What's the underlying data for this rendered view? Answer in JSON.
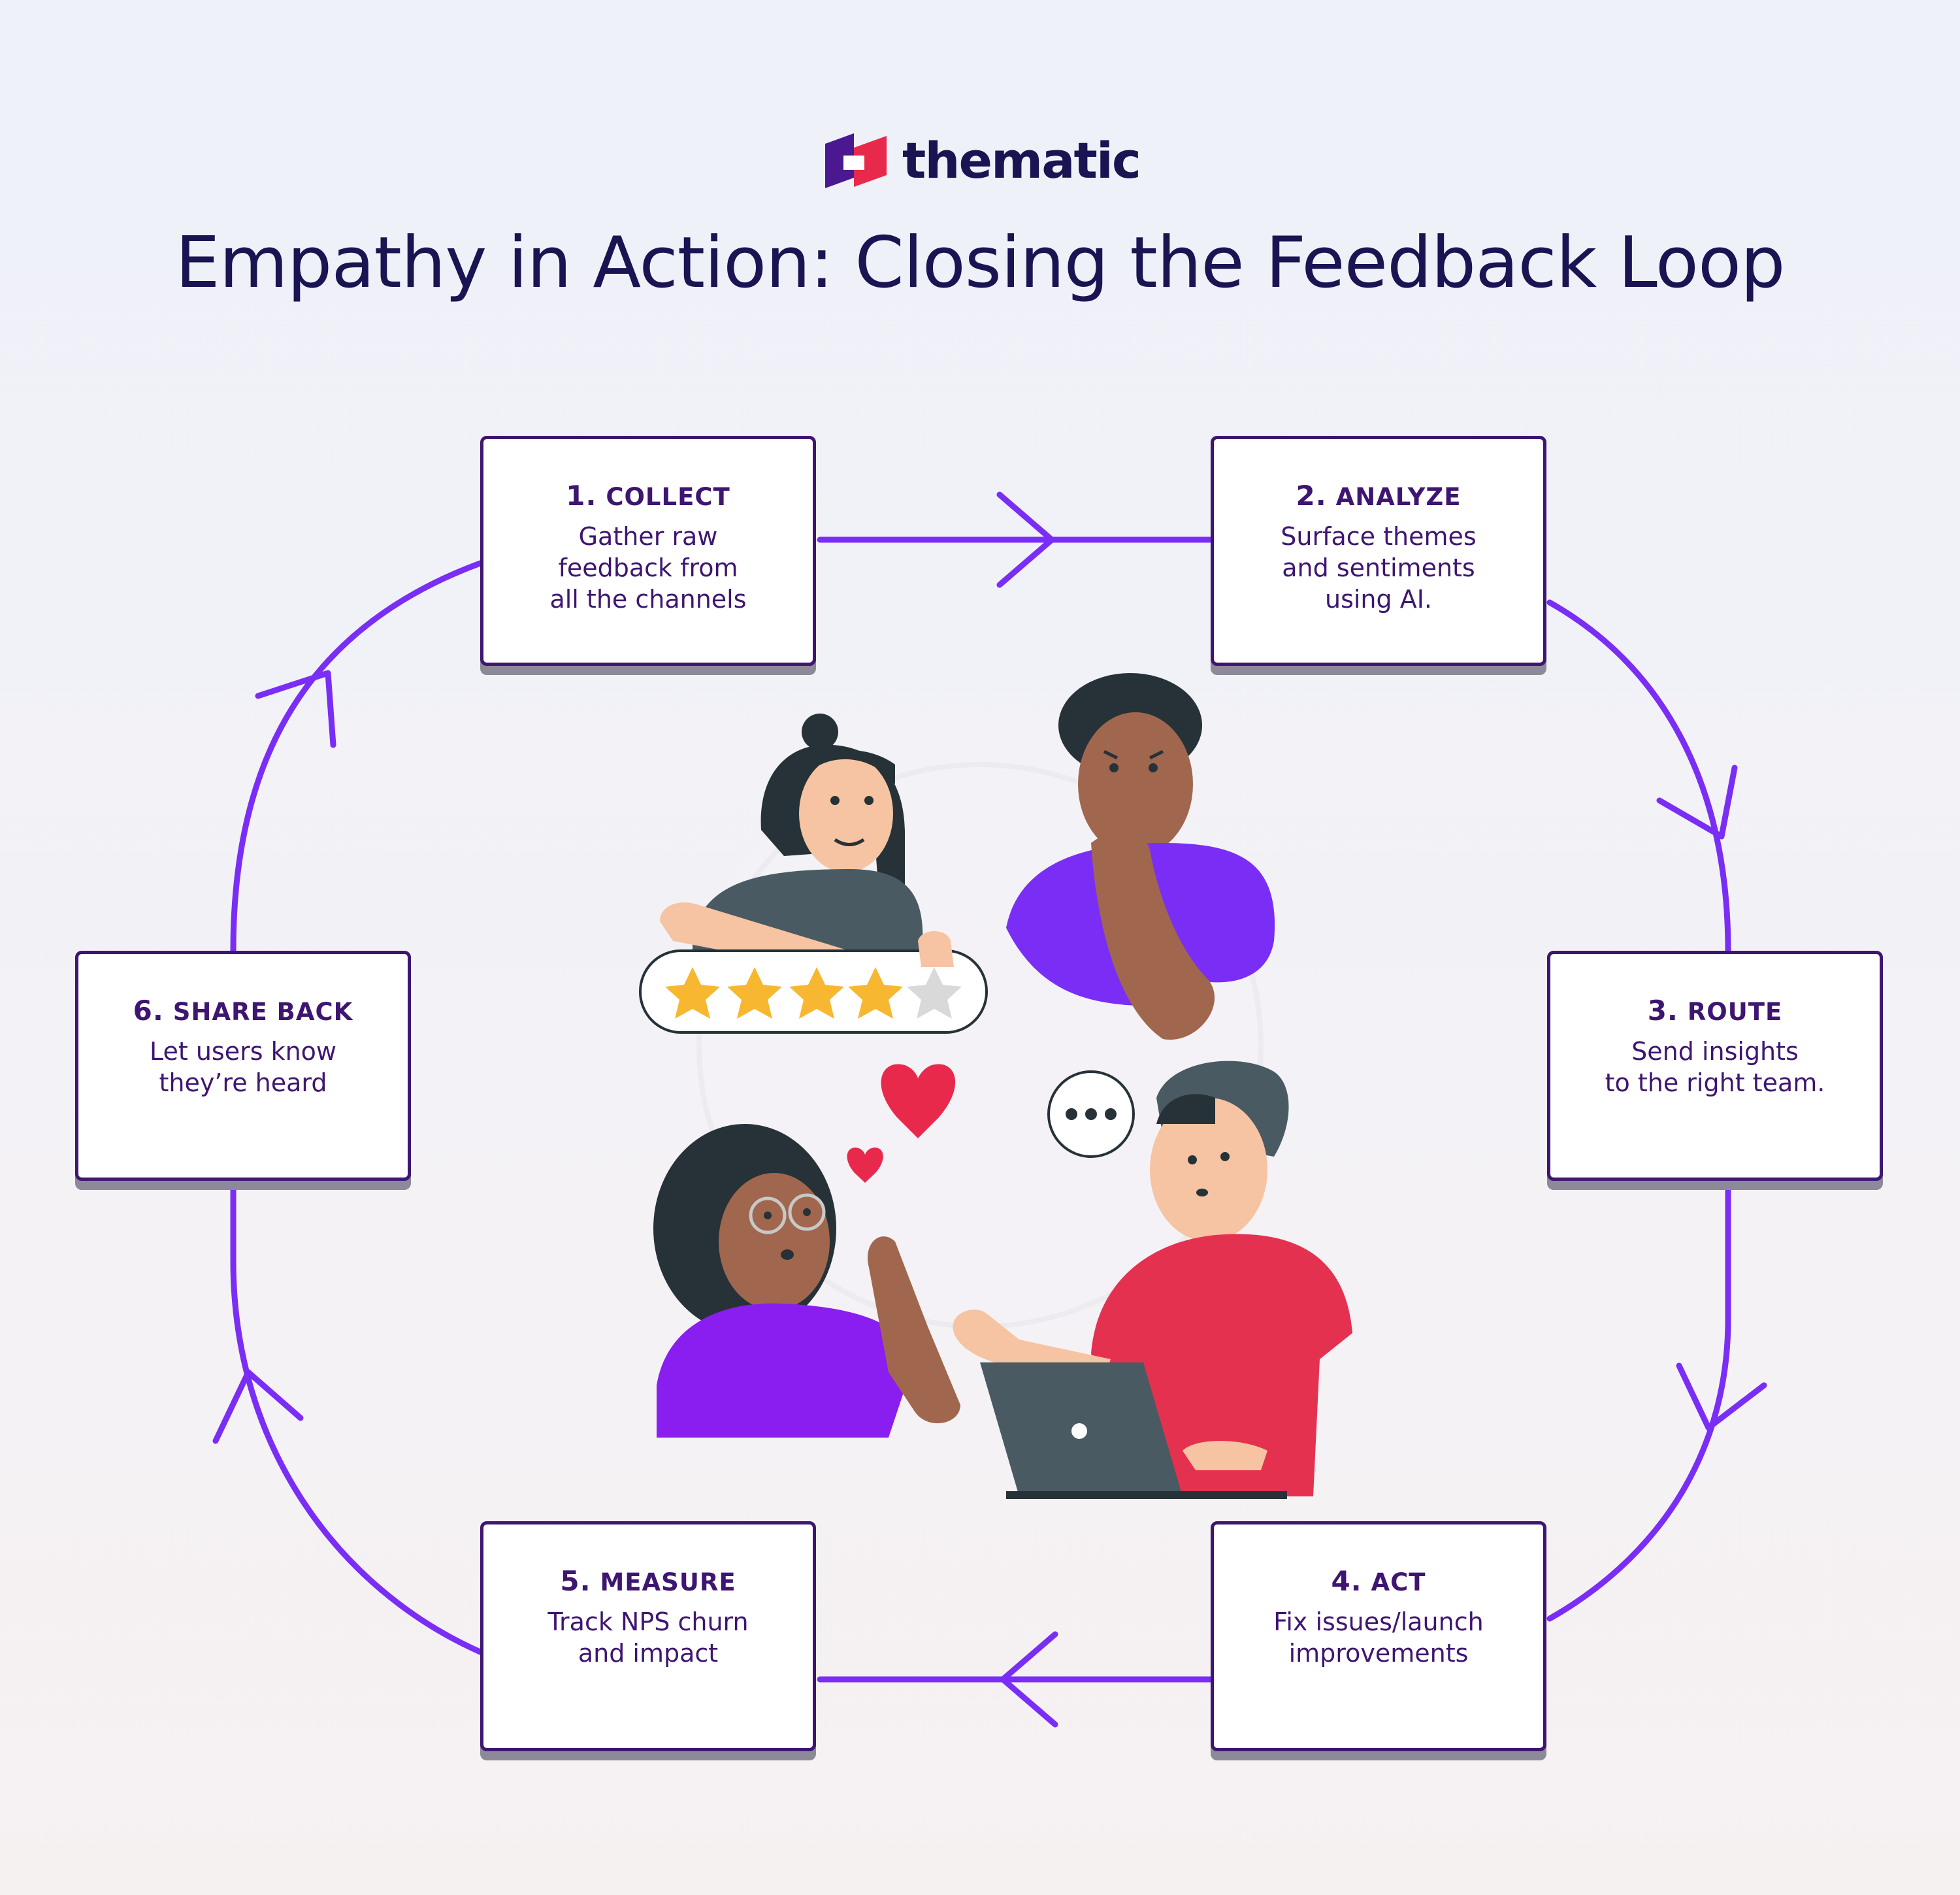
{
  "brand": {
    "name": "thematic",
    "colors": {
      "purple": "#4a1891",
      "pink": "#e8294c",
      "navy": "#1a1452"
    }
  },
  "title": "Empathy in Action:  Closing the Feedback Loop",
  "colors": {
    "loop_line": "#7a2ef5",
    "box_border": "#3e1671",
    "box_text": "#3e1671"
  },
  "steps": [
    {
      "num": "1.",
      "label": "COLLECT",
      "description": "Gather raw\nfeedback from\nall the channels"
    },
    {
      "num": "2.",
      "label": "ANALYZE",
      "description": "Surface themes\nand sentiments\nusing AI."
    },
    {
      "num": "3.",
      "label": "ROUTE",
      "description": "Send insights\nto the right team."
    },
    {
      "num": "4.",
      "label": "ACT",
      "description": "Fix issues/launch\nimprovements"
    },
    {
      "num": "5.",
      "label": "MEASURE",
      "description": "Track NPS churn\nand impact"
    },
    {
      "num": "6.",
      "label": "SHARE BACK",
      "description": "Let users know\nthey’re heard"
    }
  ],
  "illustration": {
    "icons": [
      "woman-rating-icon",
      "thinking-man-icon",
      "woman-ok-gesture-icon",
      "man-laptop-icon",
      "star-rating-icon",
      "heart-icon",
      "speech-bubble-icon"
    ],
    "rating": {
      "filled_stars": 4,
      "total_stars": 5
    }
  }
}
